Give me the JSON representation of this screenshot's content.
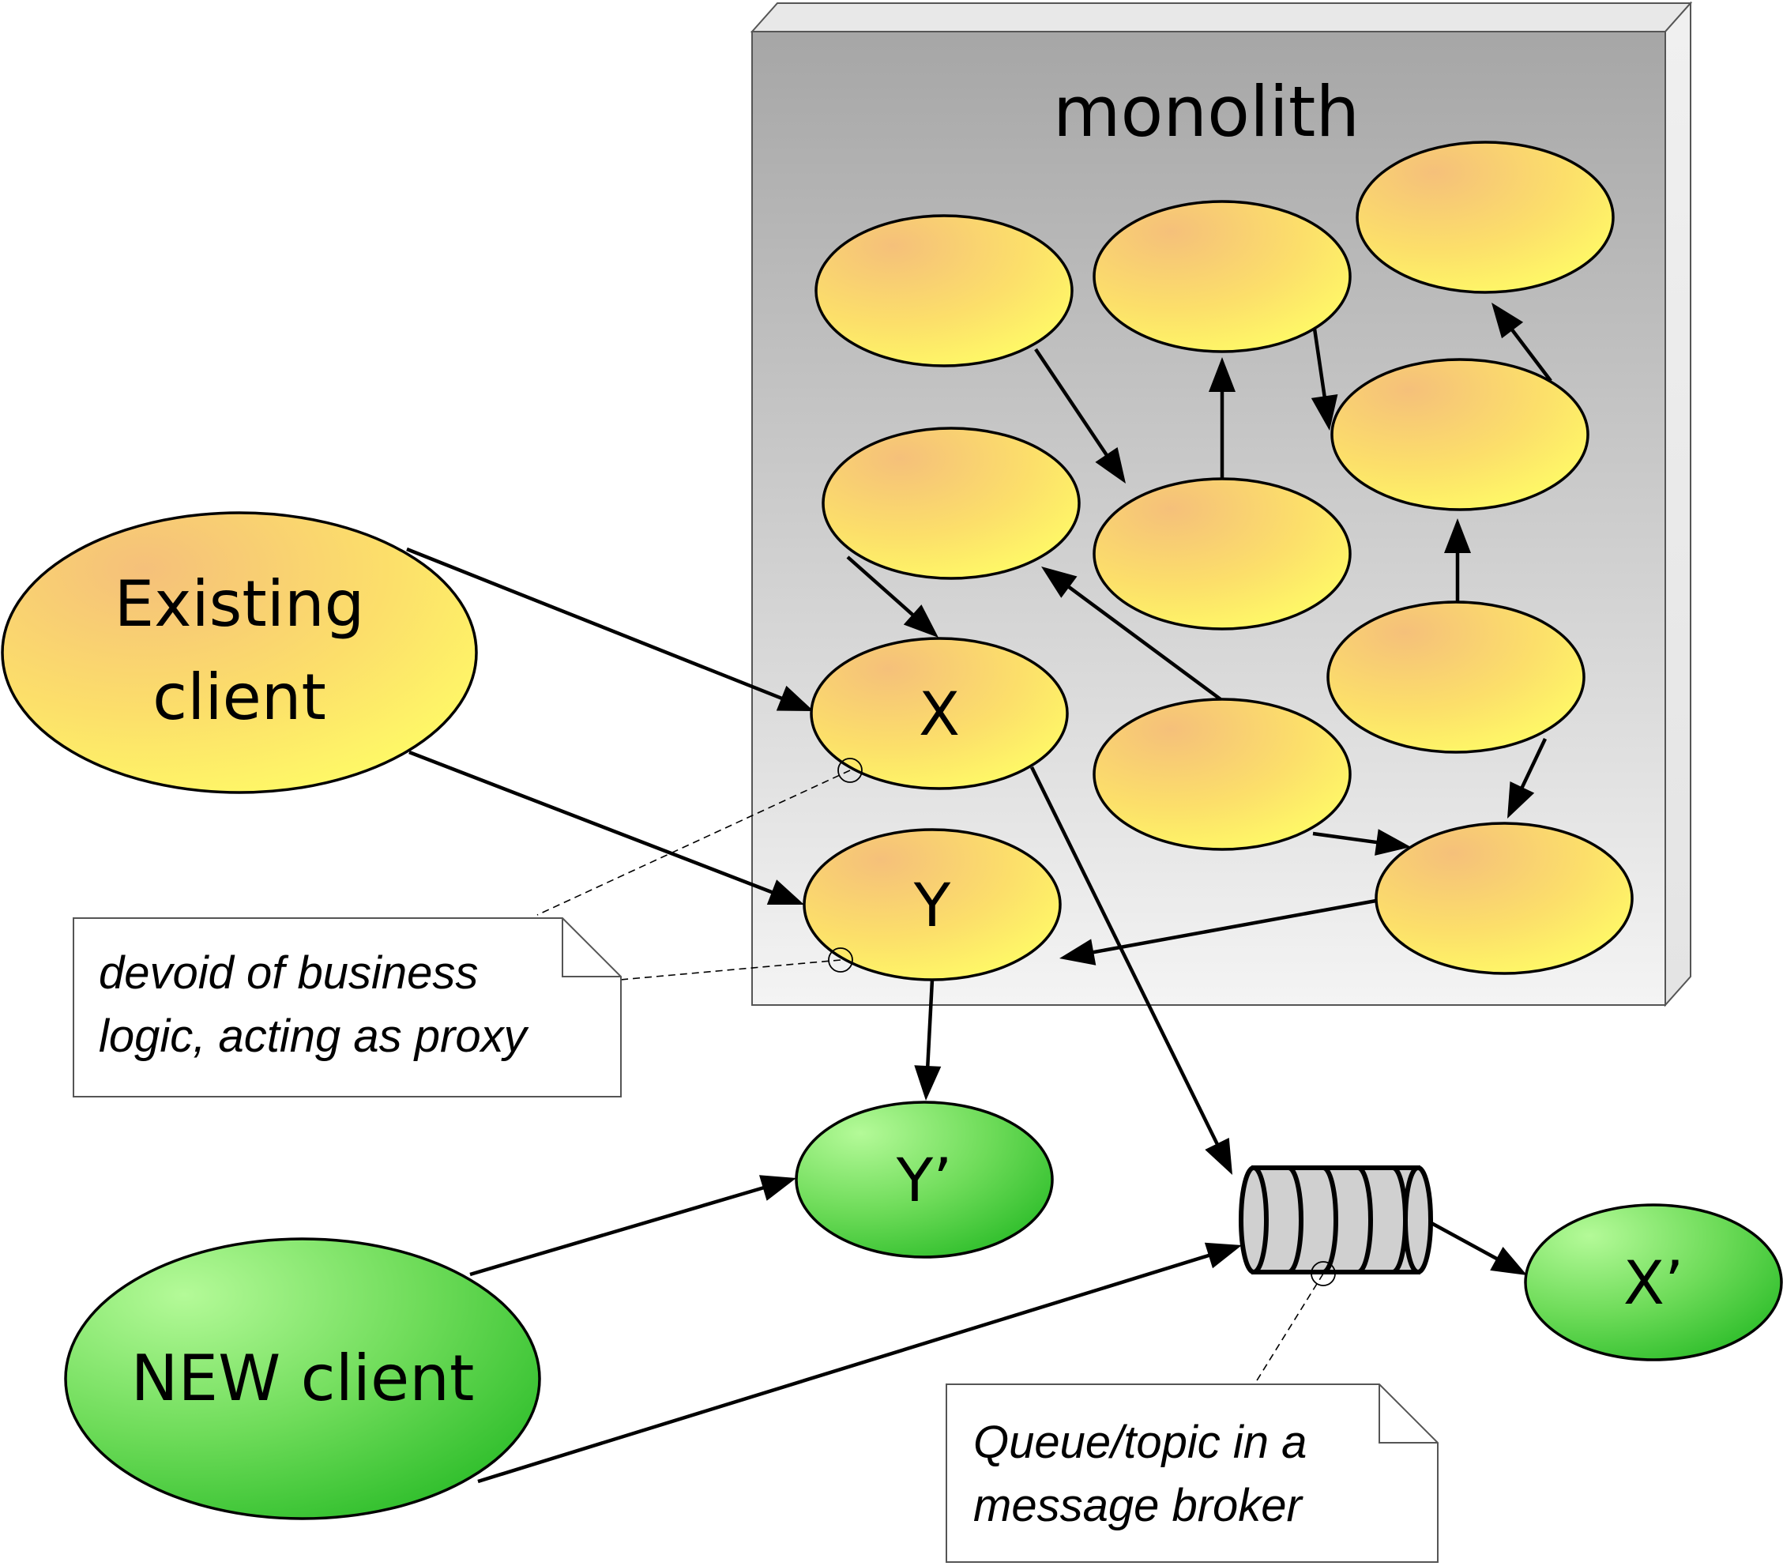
{
  "monolith": {
    "title": "monolith"
  },
  "nodes": {
    "existing_client": {
      "line1": "Existing",
      "line2": "client"
    },
    "x": {
      "label": "X"
    },
    "y": {
      "label": "Y"
    },
    "y_prime": {
      "label": "Y’"
    },
    "x_prime": {
      "label": "X’"
    },
    "new_client": {
      "label": "NEW client"
    }
  },
  "notes": {
    "proxy_note": {
      "line1": "devoid of business",
      "line2": "logic, acting as proxy"
    },
    "queue_note": {
      "line1": "Queue/topic in a",
      "line2": "message broker"
    }
  },
  "colors": {
    "monolith_front_top": "#a9a9a9",
    "monolith_front_bottom": "#f4f4f4",
    "monolith_side": "#eeeeee",
    "yellow_node_start": "#f5c27a",
    "yellow_node_end": "#ffff66",
    "green_node_start": "#aef792",
    "green_node_end": "#2dbb2d",
    "queue_fill": "#d0d0d0"
  }
}
